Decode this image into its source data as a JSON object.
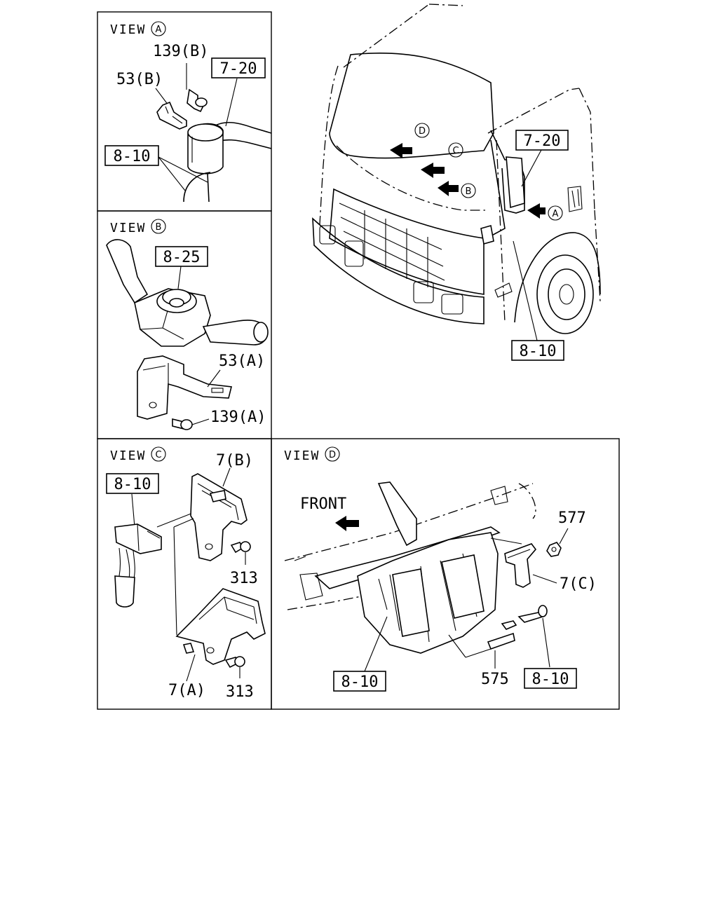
{
  "views": {
    "a": {
      "title": "VIEW",
      "letter": "A"
    },
    "b": {
      "title": "VIEW",
      "letter": "B"
    },
    "c": {
      "title": "VIEW",
      "letter": "C"
    },
    "d": {
      "title": "VIEW",
      "letter": "D"
    }
  },
  "truck": {
    "markers": [
      "D",
      "C",
      "B",
      "A"
    ],
    "labels": {
      "ref_7_20": "7-20",
      "ref_8_10": "8-10"
    }
  },
  "view_a": {
    "bolt": "139(B)",
    "bracket": "53(B)",
    "ref_7_20": "7-20",
    "ref_8_10": "8-10"
  },
  "view_b": {
    "ref_8_25": "8-25",
    "bracket": "53(A)",
    "bolt": "139(A)"
  },
  "view_c": {
    "ref_8_10": "8-10",
    "bracket_b": "7(B)",
    "bolt_top": "313",
    "bracket_a": "7(A)",
    "bolt_bottom": "313"
  },
  "view_d": {
    "front": "FRONT",
    "nut": "577",
    "bracket_c": "7(C)",
    "ref_8_10_left": "8-10",
    "part_575": "575",
    "ref_8_10_right": "8-10"
  }
}
